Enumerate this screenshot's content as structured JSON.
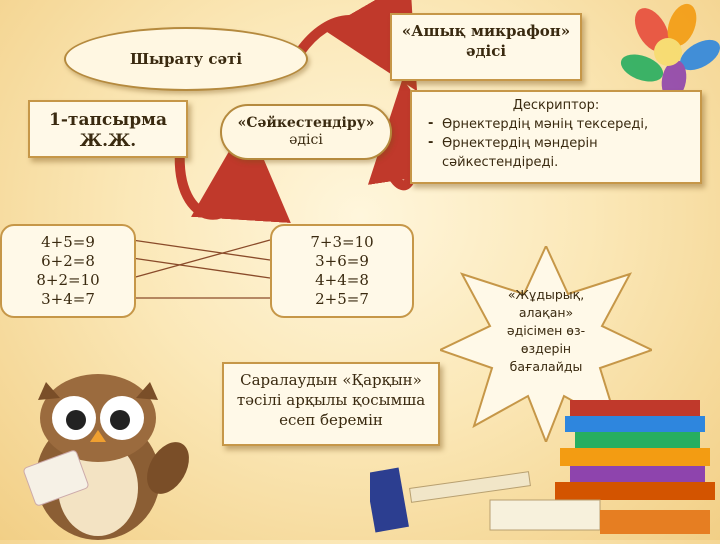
{
  "oval_top": {
    "text": "Шырату сәті"
  },
  "open_mic": {
    "line1": "«Ашық микрафон»",
    "line2": "әдісі"
  },
  "task_box": {
    "line1": "1-тапсырма",
    "line2": "Ж.Ж."
  },
  "matching": {
    "line1": "«Сәйкестендіру»",
    "line2": "әдісі"
  },
  "descriptor": {
    "title": "Дескриптор:",
    "items": [
      "Өрнектердің  мәнің тексереді,",
      "Өрнектердің  мәндерін сәйкестендіреді."
    ]
  },
  "left_exprs": [
    "4+5=9",
    "6+2=8",
    "8+2=10",
    "3+4=7"
  ],
  "right_exprs": [
    "7+3=10",
    "3+6=9",
    "4+4=8",
    "2+5=7"
  ],
  "bottom_note": {
    "line1": "Саралаудын «Қарқын»",
    "line2": "тәсілі арқылы қосымша",
    "line3": "есеп беремін"
  },
  "star": {
    "line1": "«Жұдырық,",
    "line2": "алақан»",
    "line3": "әдісімен өз-",
    "line4": "өздерін",
    "line5": "бағалайды"
  },
  "colors": {
    "arrow_red": "#c0392b",
    "border": "#c69748",
    "paper": "#fff9e8"
  }
}
